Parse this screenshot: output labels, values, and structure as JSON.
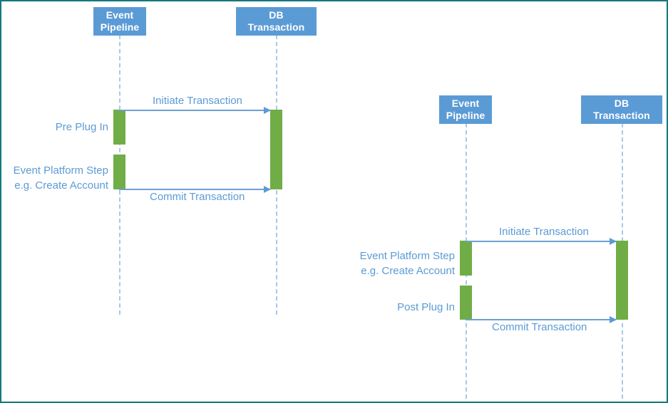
{
  "page": {
    "title": "Event Pipeline DB Transaction Sequence Diagrams",
    "border_color": "#13797e",
    "background": "#ffffff"
  },
  "palette": {
    "actor_box_fill": "#5b9bd5",
    "actor_box_text": "#ffffff",
    "activation_fill": "#70ad47",
    "lifeline_color": "#a9c9e8",
    "message_line_color": "#6d9fd4",
    "label_text_color": "#5b9bd5"
  },
  "diagrams": [
    {
      "id": "pre-plug-in-diagram",
      "actors": [
        {
          "id": "event-pipeline",
          "line1": "Event",
          "line2": "Pipeline"
        },
        {
          "id": "db-transaction",
          "line1": "DB",
          "line2": "Transaction"
        }
      ],
      "messages": [
        {
          "id": "initiate-transaction",
          "label": "Initiate Transaction",
          "from": "event-pipeline",
          "to": "db-transaction"
        },
        {
          "id": "commit-transaction",
          "label": "Commit Transaction",
          "from": "event-pipeline",
          "to": "db-transaction"
        }
      ],
      "steps": [
        {
          "id": "pre-plug-in",
          "line1": "Pre Plug In",
          "line2": ""
        },
        {
          "id": "event-platform-step",
          "line1": "Event Platform Step",
          "line2": "e.g. Create Account"
        }
      ]
    },
    {
      "id": "post-plug-in-diagram",
      "actors": [
        {
          "id": "event-pipeline",
          "line1": "Event",
          "line2": "Pipeline"
        },
        {
          "id": "db-transaction",
          "line1": "DB",
          "line2": "Transaction"
        }
      ],
      "messages": [
        {
          "id": "initiate-transaction",
          "label": "Initiate Transaction",
          "from": "event-pipeline",
          "to": "db-transaction"
        },
        {
          "id": "commit-transaction",
          "label": "Commit Transaction",
          "from": "event-pipeline",
          "to": "db-transaction"
        }
      ],
      "steps": [
        {
          "id": "event-platform-step",
          "line1": "Event Platform Step",
          "line2": "e.g. Create Account"
        },
        {
          "id": "post-plug-in",
          "line1": "Post Plug In",
          "line2": ""
        }
      ]
    }
  ]
}
